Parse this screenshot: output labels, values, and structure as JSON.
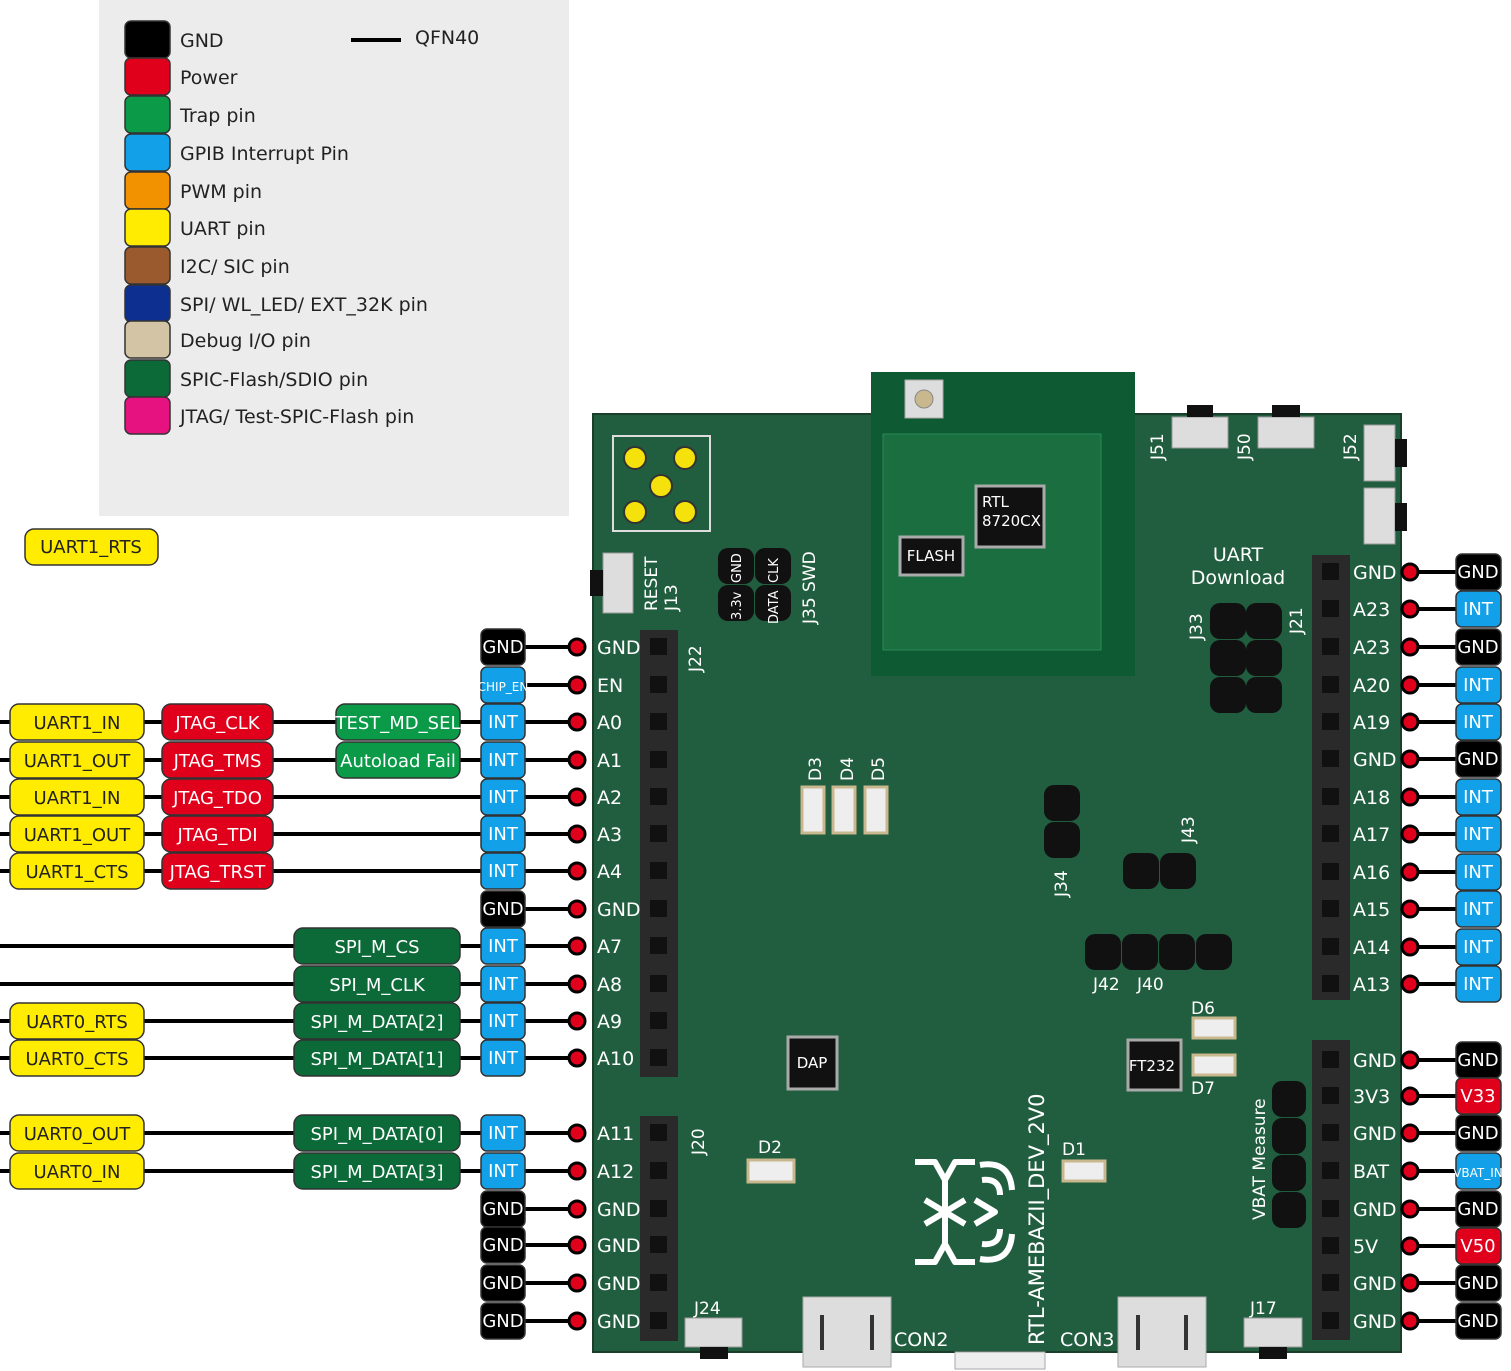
{
  "legend": {
    "items": [
      {
        "label": "GND",
        "color": "#000000"
      },
      {
        "label": "Power",
        "color": "#e0001b"
      },
      {
        "label": "Trap pin",
        "color": "#0a9a48"
      },
      {
        "label": "GPIB Interrupt Pin",
        "color": "#12a0e8"
      },
      {
        "label": "PWM pin",
        "color": "#f39200"
      },
      {
        "label": "UART pin",
        "color": "#ffec00"
      },
      {
        "label": "I2C/ SIC pin",
        "color": "#9b5a2d"
      },
      {
        "label": "SPI/ WL_LED/ EXT_32K pin",
        "color": "#0d2f8f"
      },
      {
        "label": "Debug I/O pin",
        "color": "#d2c4a4"
      },
      {
        "label": "SPIC-Flash/SDIO pin",
        "color": "#0b6a38"
      },
      {
        "label": "JTAG/ Test-SPIC-Flash pin",
        "color": "#e5127f"
      }
    ],
    "qfn_label": "QFN40"
  },
  "board": {
    "name": "RTL-AMEBAZII_DEV_2V0",
    "chip_label_1": "RTL",
    "chip_label_2": "8720CX",
    "flash_label": "FLASH",
    "dap_label": "DAP",
    "ft232_label": "FT232",
    "reset_label": "RESET",
    "j13": "J13",
    "j22": "J22",
    "j20": "J20",
    "j21": "J21",
    "j24": "J24",
    "j17": "J17",
    "j33": "J33",
    "j34": "J34",
    "j40": "J40",
    "j42": "J42",
    "j43": "J43",
    "j50": "J50",
    "j51": "J51",
    "j52": "J52",
    "swd_label": "J35 SWD",
    "swd_pins": [
      "3.3v",
      "GND",
      "DATA",
      "CLK"
    ],
    "uart_download_1": "UART",
    "uart_download_2": "Download",
    "vbat_measure": "VBAT Measure",
    "con2": "CON2",
    "con3": "CON3",
    "leds": [
      "D3",
      "D4",
      "D5",
      "D2",
      "D1",
      "D6",
      "D7"
    ]
  },
  "left_pins": [
    {
      "pin": "GND",
      "tag": "GND",
      "tag_color": "#000000",
      "funcs": []
    },
    {
      "pin": "EN",
      "tag": "CHIP_EN",
      "tag_color": "#12a0e8",
      "funcs": []
    },
    {
      "pin": "A0",
      "tag": "INT",
      "tag_color": "#12a0e8",
      "funcs": [
        {
          "label": "UART1_IN",
          "color": "#ffec00"
        },
        {
          "label": "JTAG_CLK",
          "color": "#e0001b"
        },
        {
          "label": "TEST_MD_SEL",
          "color": "#0a9a48"
        }
      ]
    },
    {
      "pin": "A1",
      "tag": "INT",
      "tag_color": "#12a0e8",
      "funcs": [
        {
          "label": "UART1_OUT",
          "color": "#ffec00"
        },
        {
          "label": "JTAG_TMS",
          "color": "#e0001b"
        },
        {
          "label": "Autoload Fail",
          "color": "#0a9a48"
        }
      ]
    },
    {
      "pin": "A2",
      "tag": "INT",
      "tag_color": "#12a0e8",
      "funcs": [
        {
          "label": "UART1_IN",
          "color": "#ffec00"
        },
        {
          "label": "JTAG_TDO",
          "color": "#e0001b"
        }
      ]
    },
    {
      "pin": "A3",
      "tag": "INT",
      "tag_color": "#12a0e8",
      "funcs": [
        {
          "label": "UART1_OUT",
          "color": "#ffec00"
        },
        {
          "label": "JTAG_TDI",
          "color": "#e0001b"
        }
      ]
    },
    {
      "pin": "A4",
      "tag": "INT",
      "tag_color": "#12a0e8",
      "funcs": [
        {
          "label": "UART1_CTS",
          "color": "#ffec00"
        },
        {
          "label": "JTAG_TRST",
          "color": "#e0001b"
        }
      ]
    },
    {
      "pin": "GND",
      "tag": "GND",
      "tag_color": "#000000",
      "funcs": []
    },
    {
      "pin": "A7",
      "tag": "INT",
      "tag_color": "#12a0e8",
      "funcs": [
        {
          "label": "SPI_M_CS",
          "color": "#0b6a38"
        }
      ]
    },
    {
      "pin": "A8",
      "tag": "INT",
      "tag_color": "#12a0e8",
      "funcs": [
        {
          "label": "SPI_M_CLK",
          "color": "#0b6a38"
        }
      ]
    },
    {
      "pin": "A9",
      "tag": "INT",
      "tag_color": "#12a0e8",
      "funcs": [
        {
          "label": "UART0_RTS",
          "color": "#ffec00"
        },
        {
          "label": "SPI_M_DATA[2]",
          "color": "#0b6a38"
        }
      ]
    },
    {
      "pin": "A10",
      "tag": "INT",
      "tag_color": "#12a0e8",
      "funcs": [
        {
          "label": "UART0_CTS",
          "color": "#ffec00"
        },
        {
          "label": "SPI_M_DATA[1]",
          "color": "#0b6a38"
        }
      ]
    },
    {
      "pin": "A11",
      "tag": "INT",
      "tag_color": "#12a0e8",
      "funcs": [
        {
          "label": "UART0_OUT",
          "color": "#ffec00"
        },
        {
          "label": "SPI_M_DATA[0]",
          "color": "#0b6a38"
        }
      ]
    },
    {
      "pin": "A12",
      "tag": "INT",
      "tag_color": "#12a0e8",
      "funcs": [
        {
          "label": "UART0_IN",
          "color": "#ffec00"
        },
        {
          "label": "SPI_M_DATA[3]",
          "color": "#0b6a38"
        }
      ]
    },
    {
      "pin": "GND",
      "tag": "GND",
      "tag_color": "#000000",
      "funcs": []
    },
    {
      "pin": "GND",
      "tag": "GND",
      "tag_color": "#000000",
      "funcs": []
    },
    {
      "pin": "GND",
      "tag": "GND",
      "tag_color": "#000000",
      "funcs": []
    },
    {
      "pin": "GND",
      "tag": "GND",
      "tag_color": "#000000",
      "funcs": []
    }
  ],
  "floating_tag": {
    "label": "UART1_RTS",
    "color": "#ffec00"
  },
  "right_pins": [
    {
      "pin": "GND",
      "tag": "GND",
      "tag_color": "#000000"
    },
    {
      "pin": "A23",
      "tag": "INT",
      "tag_color": "#12a0e8"
    },
    {
      "pin": "A23",
      "tag": "GND",
      "tag_color": "#000000"
    },
    {
      "pin": "A20",
      "tag": "INT",
      "tag_color": "#12a0e8"
    },
    {
      "pin": "A19",
      "tag": "INT",
      "tag_color": "#12a0e8"
    },
    {
      "pin": "GND",
      "tag": "GND",
      "tag_color": "#000000"
    },
    {
      "pin": "A18",
      "tag": "INT",
      "tag_color": "#12a0e8"
    },
    {
      "pin": "A17",
      "tag": "INT",
      "tag_color": "#12a0e8"
    },
    {
      "pin": "A16",
      "tag": "INT",
      "tag_color": "#12a0e8"
    },
    {
      "pin": "A15",
      "tag": "INT",
      "tag_color": "#12a0e8"
    },
    {
      "pin": "A14",
      "tag": "INT",
      "tag_color": "#12a0e8"
    },
    {
      "pin": "A13",
      "tag": "INT",
      "tag_color": "#12a0e8"
    },
    {
      "pin": "GND",
      "tag": "GND",
      "tag_color": "#000000"
    },
    {
      "pin": "3V3",
      "tag": "V33",
      "tag_color": "#e0001b"
    },
    {
      "pin": "GND",
      "tag": "GND",
      "tag_color": "#000000"
    },
    {
      "pin": "BAT",
      "tag": "VBAT_IN",
      "tag_color": "#12a0e8"
    },
    {
      "pin": "GND",
      "tag": "GND",
      "tag_color": "#000000"
    },
    {
      "pin": "5V",
      "tag": "V50",
      "tag_color": "#e0001b"
    },
    {
      "pin": "GND",
      "tag": "GND",
      "tag_color": "#000000"
    },
    {
      "pin": "GND",
      "tag": "GND",
      "tag_color": "#000000"
    }
  ]
}
